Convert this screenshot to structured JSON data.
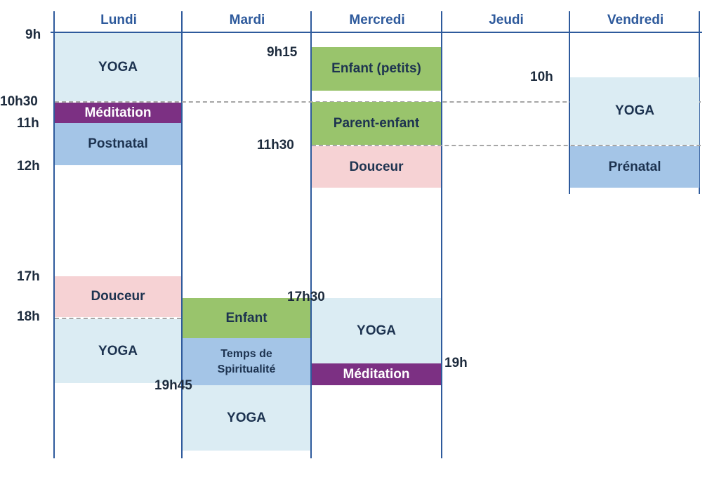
{
  "days": {
    "mon": "Lundi",
    "tue": "Mardi",
    "wed": "Mercredi",
    "thu": "Jeudi",
    "fri": "Vendredi"
  },
  "colors": {
    "header_text": "#2e5a9c",
    "grid_lines": "#2e5a9c",
    "yoga": "#dbecf3",
    "postnatal_prenatal_spirit": "#a4c5e7",
    "enfant": "#99c46c",
    "douceur": "#f6d2d4",
    "meditation": "#7c3083"
  },
  "schedule": {
    "mon": {
      "yoga_morning": "YOGA",
      "meditation": "Méditation",
      "postnatal": "Postnatal",
      "douceur": "Douceur",
      "yoga_evening": "YOGA"
    },
    "tue": {
      "enfant": "Enfant",
      "spirit_line1": "Temps de",
      "spirit_line2": "Spiritualité",
      "yoga": "YOGA"
    },
    "wed": {
      "enfant_petits": "Enfant (petits)",
      "parent_enfant": "Parent-enfant",
      "douceur": "Douceur",
      "yoga": "YOGA",
      "meditation": "Méditation"
    },
    "fri": {
      "yoga": "YOGA",
      "prenatal": "Prénatal"
    }
  },
  "times": {
    "t9h": "9h",
    "t10h30": "10h30",
    "t11h": "11h",
    "t12h": "12h",
    "t17h": "17h",
    "t18h": "18h",
    "t9h15": "9h15",
    "t11h30": "11h30",
    "t10h": "10h",
    "t17h30": "17h30",
    "t19h45": "19h45",
    "t19h": "19h"
  }
}
